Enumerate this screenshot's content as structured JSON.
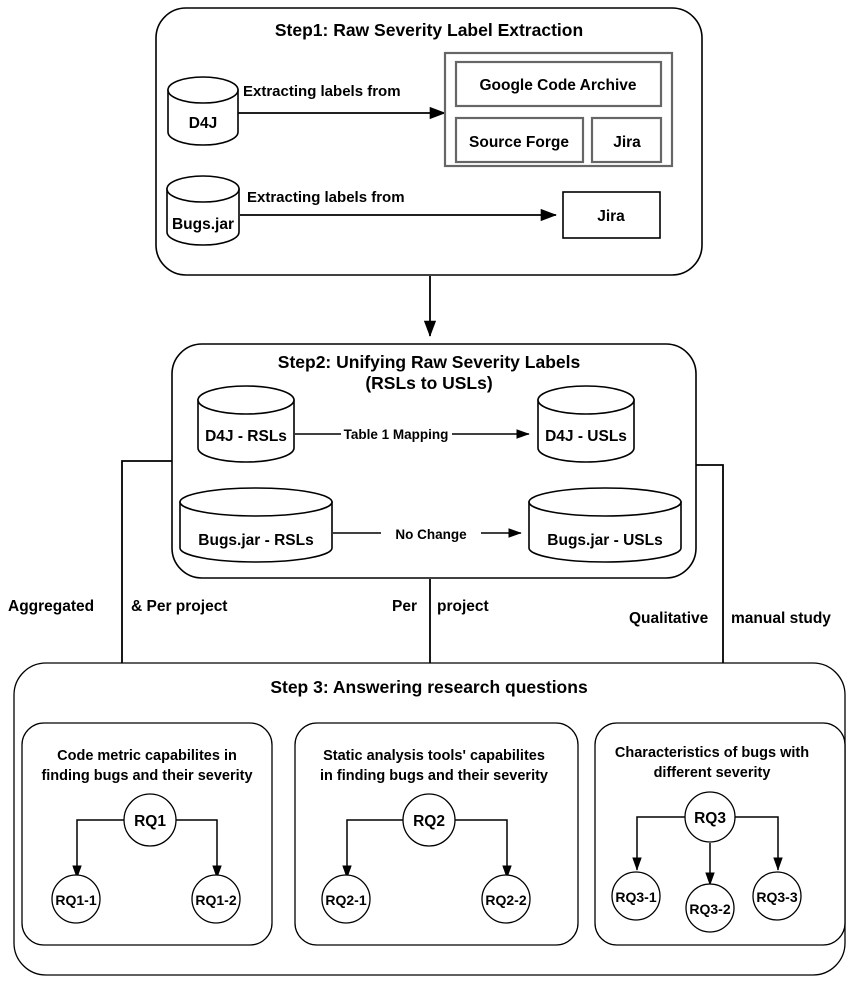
{
  "diagram": {
    "title_hidden": "Research methodology overview",
    "step1": {
      "title": "Step1: Raw Severity Label Extraction",
      "sources": [
        {
          "name": "d4j-datastore",
          "label": "D4J"
        },
        {
          "name": "bugsjar-datastore",
          "label": "Bugs.jar"
        }
      ],
      "edges": [
        {
          "name": "edge-d4j-to-trackers",
          "label": "Extracting labels from"
        },
        {
          "name": "edge-bugsjar-to-jira",
          "label": "Extracting labels from"
        }
      ],
      "tracker_group": {
        "top": "Google Code Archive",
        "bottom_left": "Source Forge",
        "bottom_right": "Jira"
      },
      "bugsjar_target": "Jira"
    },
    "step2": {
      "title_line1": "Step2: Unifying Raw Severity Labels",
      "title_line2": "(RSLs to USLs)",
      "nodes": [
        {
          "name": "d4j-rsls",
          "label": "D4J - RSLs"
        },
        {
          "name": "d4j-usls",
          "label": "D4J - USLs"
        },
        {
          "name": "bugsjar-rsls",
          "label": "Bugs.jar - RSLs"
        },
        {
          "name": "bugsjar-usls",
          "label": "Bugs.jar - USLs"
        }
      ],
      "edges": [
        {
          "name": "edge-table1-mapping",
          "label": "Table 1 Mapping"
        },
        {
          "name": "edge-no-change",
          "label": "No Change"
        }
      ]
    },
    "branch_labels": [
      {
        "name": "branch-label-aggregated",
        "part1": "Aggregated",
        "part2": "& Per project"
      },
      {
        "name": "branch-label-per-project",
        "part1": "Per",
        "part2": "project"
      },
      {
        "name": "branch-label-qualitative",
        "part1": "Qualitative",
        "part2": "manual study"
      }
    ],
    "step3": {
      "title": "Step 3: Answering research questions",
      "panels": [
        {
          "name": "panel-rq1",
          "heading_line1": "Code metric capabilites in",
          "heading_line2": "finding bugs and their severity",
          "root": "RQ1",
          "children": [
            "RQ1-1",
            "RQ1-2"
          ]
        },
        {
          "name": "panel-rq2",
          "heading_line1": "Static analysis tools' capabilites",
          "heading_line2": "in finding bugs and their severity",
          "root": "RQ2",
          "children": [
            "RQ2-1",
            "RQ2-2"
          ]
        },
        {
          "name": "panel-rq3",
          "heading_line1": "Characteristics of bugs with",
          "heading_line2": "different severity",
          "root": "RQ3",
          "children": [
            "RQ3-1",
            "RQ3-2",
            "RQ3-3"
          ]
        }
      ]
    },
    "colors": {
      "stroke": "#000000",
      "stroke_gray": "#666666",
      "background": "#ffffff"
    }
  }
}
